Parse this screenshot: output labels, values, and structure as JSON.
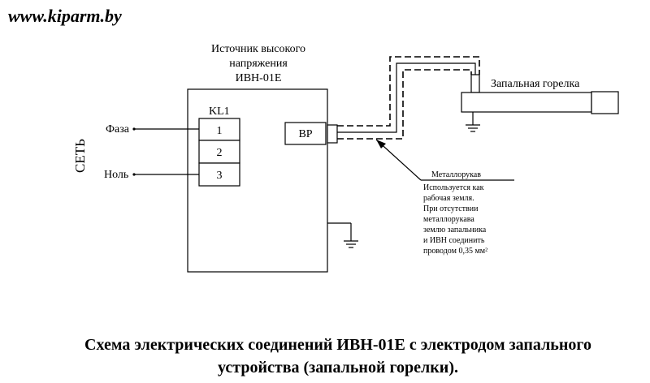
{
  "watermark": "www.kiparm.by",
  "source_title": [
    "Источник высокого",
    "напряжения",
    "ИВН-01Е"
  ],
  "relay_label": "KL1",
  "terminals": [
    "1",
    "2",
    "3"
  ],
  "bp_label": "ВР",
  "network_label": "СЕТЬ",
  "phase_label": "Фаза",
  "neutral_label": "Ноль",
  "burner_label": "Запальная горелка",
  "metal_sleeve_label": "Металлорукав",
  "note_lines": [
    "Используется как",
    "рабочая земля.",
    "При отсутствии",
    "металлорукава",
    "землю запальника",
    "и ИВН соединить",
    "проводом 0,35 мм²"
  ],
  "caption_lines": [
    "Схема электрических соединений ИВН-01Е с электродом запального",
    "устройства (запальной горелки)."
  ]
}
